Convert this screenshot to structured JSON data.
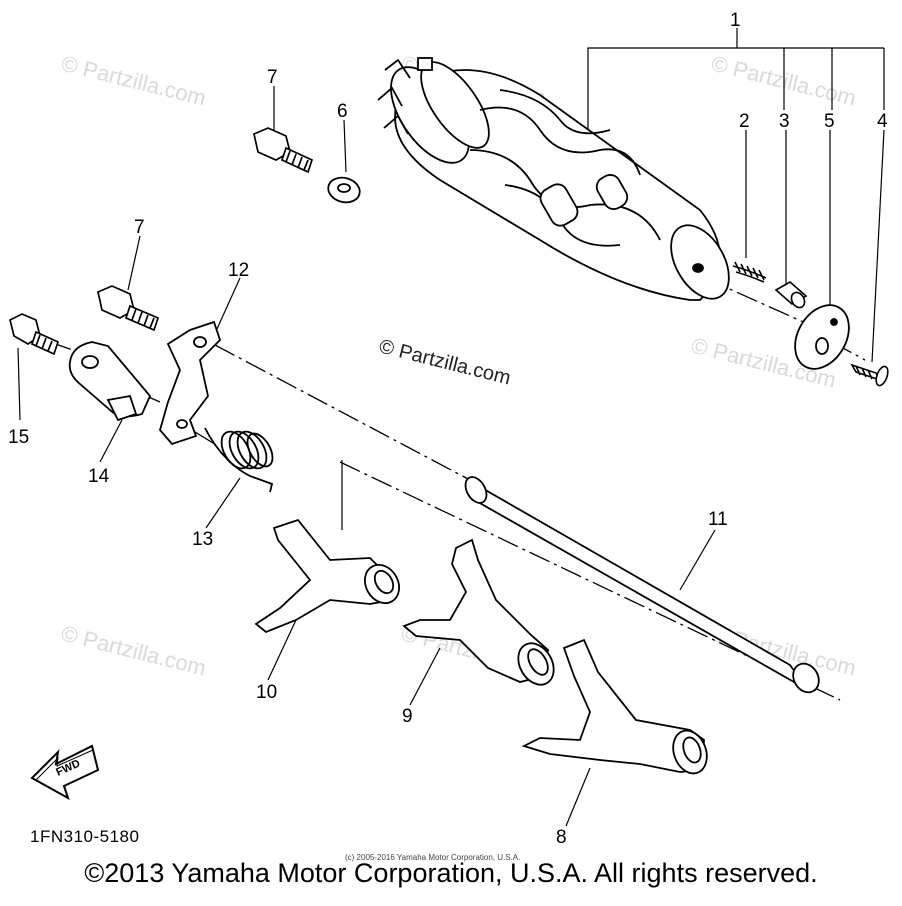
{
  "diagram": {
    "callouts": [
      {
        "id": "1",
        "label": "1"
      },
      {
        "id": "2",
        "label": "2"
      },
      {
        "id": "3",
        "label": "3"
      },
      {
        "id": "4",
        "label": "4"
      },
      {
        "id": "5",
        "label": "5"
      },
      {
        "id": "6",
        "label": "6"
      },
      {
        "id": "7a",
        "label": "7"
      },
      {
        "id": "7b",
        "label": "7"
      },
      {
        "id": "8",
        "label": "8"
      },
      {
        "id": "9",
        "label": "9"
      },
      {
        "id": "10",
        "label": "10"
      },
      {
        "id": "11",
        "label": "11"
      },
      {
        "id": "12",
        "label": "12"
      },
      {
        "id": "13",
        "label": "13"
      },
      {
        "id": "14",
        "label": "14"
      },
      {
        "id": "15",
        "label": "15"
      }
    ],
    "direction_label": "FWD",
    "part_code": "1FN310-5180",
    "watermark": "© Partzilla.com",
    "small_copyright": "(c) 2005-2016 Yamaha Motor Corporation, U.S.A.",
    "copyright": "©2013 Yamaha Motor Corporation, U.S.A. All rights reserved."
  }
}
